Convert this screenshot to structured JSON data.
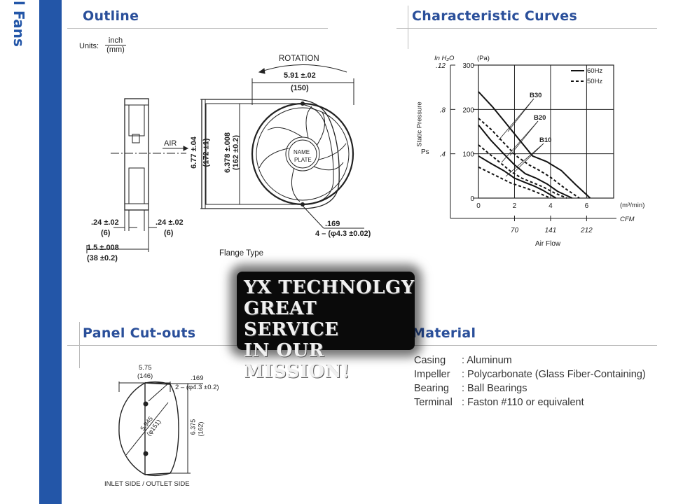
{
  "sidebar": {
    "label": "l Fans",
    "color": "#2356a8"
  },
  "outline": {
    "title": "Outline",
    "units_label": "Units:",
    "units_num": "inch",
    "units_den": "(mm)",
    "rotation": "ROTATION",
    "air": "AIR",
    "width_in": "5.91 ±.02",
    "width_mm": "(150)",
    "height1_in": "6.77 ±.04",
    "height1_mm": "(172 ±1)",
    "height2_in": "6.378 ±.008",
    "height2_mm": "(162 ±0.2)",
    "nameplate1": "NAME",
    "nameplate2": "PLATE",
    "hole_in": ".169",
    "hole_mm": "4 – (φ4.3 ±0.02)",
    "side_left_in": ".24 ±.02",
    "side_left_mm": "(6)",
    "side_right_in": ".24 ±.02",
    "side_right_mm": "(6)",
    "depth_in": "1.5 ±.008",
    "depth_mm": "(38 ±0.2)",
    "flange": "Flange Type"
  },
  "curves": {
    "title": "Characteristic Curves",
    "label_inh2o": "In H₂O",
    "label_pa": "(Pa)",
    "static1": "Static Pressure",
    "static2": "Ps",
    "x_unit": "(m³/min)",
    "cfm_unit": "CFM",
    "airflow": "Air Flow",
    "legend_60": "60Hz",
    "legend_50": "50Hz",
    "b30": "B30",
    "b20": "B20",
    "b10": "B10"
  },
  "chart_data": {
    "type": "line",
    "title": "Characteristic Curves",
    "xlabel": "Air Flow",
    "ylabel": "Static Pressure Ps",
    "xlim": [
      0,
      7.5
    ],
    "ylim": [
      0,
      300
    ],
    "x_ticks": [
      "0",
      "2",
      "4",
      "6"
    ],
    "x_tick_values": [
      0,
      2,
      4,
      6
    ],
    "y_ticks": [
      "0",
      "100",
      "200",
      "300"
    ],
    "y_tick_values": [
      0,
      100,
      200,
      300
    ],
    "y2_ticks": [
      ".4",
      ".8",
      ".12"
    ],
    "y2_tick_values": [
      100,
      200,
      300
    ],
    "cfm_ticks": [
      "70",
      "141",
      "212"
    ],
    "cfm_tick_values": [
      2,
      4,
      6
    ],
    "grid": true,
    "legend": "top-right",
    "series": [
      {
        "name": "60Hz",
        "style": "solid",
        "x": [
          0,
          0.8,
          1.5,
          2.3,
          3.0,
          3.8,
          4.6,
          5.4,
          6.2
        ],
        "y": [
          240,
          205,
          170,
          130,
          95,
          82,
          62,
          30,
          0
        ]
      },
      {
        "name": "60Hz",
        "style": "solid",
        "x": [
          0,
          0.7,
          1.4,
          2.0,
          2.6,
          3.2,
          3.8,
          4.4,
          5.2
        ],
        "y": [
          165,
          130,
          100,
          75,
          55,
          45,
          32,
          15,
          0
        ]
      },
      {
        "name": "60Hz",
        "style": "solid",
        "x": [
          0,
          0.7,
          1.4,
          2.0,
          2.6,
          3.1,
          3.6,
          4.3
        ],
        "y": [
          95,
          78,
          62,
          45,
          35,
          27,
          17,
          0
        ]
      },
      {
        "name": "50Hz",
        "style": "dashed",
        "x": [
          0,
          0.7,
          1.4,
          2.1,
          2.8,
          3.4,
          4.0,
          4.8,
          5.6
        ],
        "y": [
          180,
          155,
          125,
          95,
          75,
          62,
          47,
          22,
          0
        ]
      },
      {
        "name": "50Hz",
        "style": "dashed",
        "x": [
          0,
          0.6,
          1.2,
          1.8,
          2.4,
          3.0,
          3.6,
          4.2,
          4.9
        ],
        "y": [
          120,
          100,
          80,
          60,
          45,
          35,
          25,
          12,
          0
        ]
      },
      {
        "name": "50Hz",
        "style": "dashed",
        "x": [
          0,
          0.6,
          1.2,
          1.8,
          2.3,
          2.8,
          3.3,
          4.0
        ],
        "y": [
          70,
          58,
          46,
          34,
          27,
          20,
          12,
          0
        ]
      }
    ]
  },
  "cutouts": {
    "title": "Panel Cut-outs",
    "width_in": "5.75",
    "width_mm": "(146)",
    "hole_in": ".169",
    "hole_mm": "2 – (φ4.3 ±0.2)",
    "diag_in": "5.945",
    "diag_mm": "(φ151)",
    "height_in": "6.375",
    "height_mm": "(162)",
    "caption": "INLET SIDE / OUTLET SIDE"
  },
  "material": {
    "title": "Material",
    "rows": [
      {
        "key": "Casing",
        "value": ": Aluminum"
      },
      {
        "key": "Impeller",
        "value": ": Polycarbonate (Glass Fiber-Containing)"
      },
      {
        "key": "Bearing",
        "value": ": Ball Bearings"
      },
      {
        "key": "Terminal",
        "value": ": Faston #110 or equivalent"
      }
    ]
  },
  "watermark": {
    "line1": "YX TECHNOLGY",
    "line2": "GREAT SERVICE",
    "line3": "IN OUR MISSION!"
  }
}
